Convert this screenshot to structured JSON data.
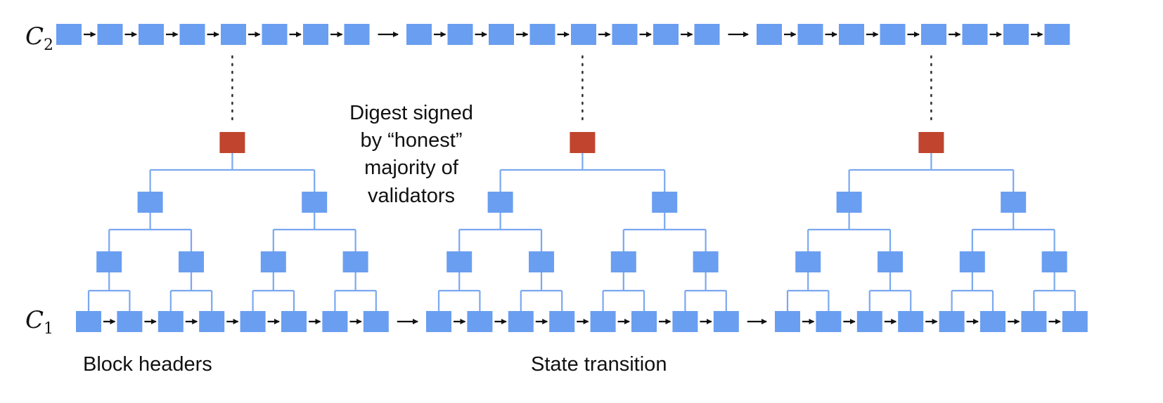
{
  "labels": {
    "c2_letter": "C",
    "c2_sub": "2",
    "c1_letter": "C",
    "c1_sub": "1",
    "digest_line1": "Digest signed",
    "digest_line2": "by “honest”",
    "digest_line3": "majority of",
    "digest_line4": "validators",
    "block_headers": "Block headers",
    "state_transition": "State transition"
  },
  "structure": {
    "c2_groups": 3,
    "c2_blocks_per_group": 8,
    "c1_groups": 3,
    "c1_blocks_per_group": 8,
    "tree_levels": 4
  },
  "colors": {
    "block": "#6a9ef0",
    "digest": "#c0442e",
    "tree_line": "#7aa8f0",
    "arrow": "#111111",
    "dotted": "#333333"
  }
}
